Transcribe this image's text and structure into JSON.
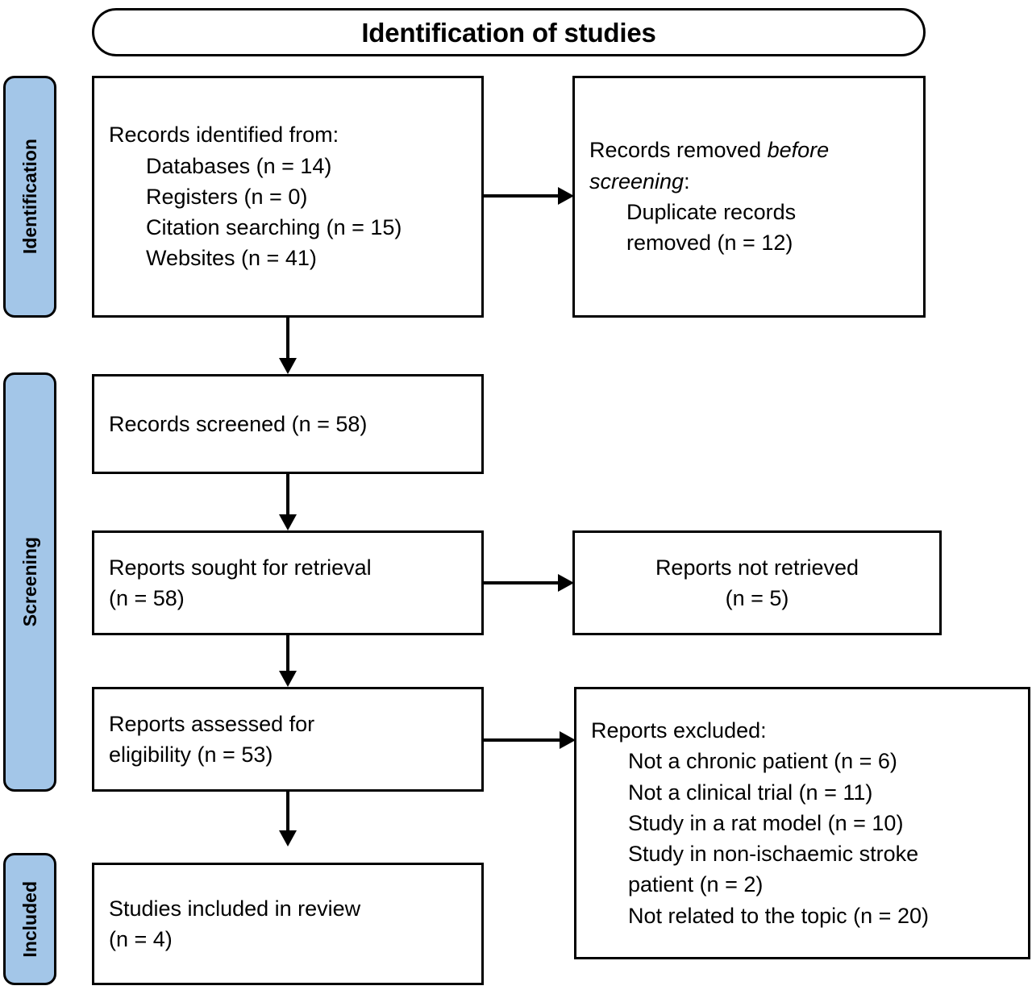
{
  "title": "Identification of studies",
  "stages": [
    {
      "id": "identification",
      "label": "Identification"
    },
    {
      "id": "screening",
      "label": "Screening"
    },
    {
      "id": "included",
      "label": "Included"
    }
  ],
  "boxes": {
    "identified": {
      "lines": [
        "Records identified from:",
        "Databases (n = 14)",
        "Registers (n = 0)",
        "Citation searching (n = 15)",
        "Websites (n = 41)"
      ]
    },
    "removed": {
      "heading_plain": "Records removed ",
      "heading_italic": "before screening",
      "heading_colon": ":",
      "lines": [
        "Duplicate records",
        "removed (n = 12)"
      ]
    },
    "screened": {
      "lines": [
        "Records screened (n = 58)"
      ]
    },
    "sought": {
      "lines": [
        "Reports sought for retrieval",
        "(n = 58)"
      ]
    },
    "not_retrieved": {
      "lines": [
        "Reports not retrieved",
        "(n = 5)"
      ]
    },
    "assessed": {
      "lines": [
        "Reports assessed for",
        "eligibility (n = 53)"
      ]
    },
    "excluded": {
      "heading": "Reports excluded:",
      "lines": [
        "Not a chronic patient (n = 6)",
        "Not a clinical trial (n = 11)",
        "Study in a rat model (n = 10)",
        "Study in non-ischaemic stroke",
        "patient (n = 2)",
        "Not related to the topic (n = 20)"
      ]
    },
    "included": {
      "lines": [
        "Studies included in review",
        "(n = 4)"
      ]
    }
  },
  "colors": {
    "stage_fill": "#a3c6e8",
    "line": "#000000",
    "box_fill": "#ffffff"
  },
  "chart_data": {
    "type": "diagram",
    "title": "Identification of studies",
    "nodes": [
      {
        "id": "identified",
        "stage": "Identification",
        "label": "Records identified from",
        "counts": {
          "Databases": 14,
          "Registers": 0,
          "Citation searching": 15,
          "Websites": 41
        }
      },
      {
        "id": "removed",
        "stage": "Identification",
        "label": "Records removed before screening",
        "counts": {
          "Duplicate records removed": 12
        }
      },
      {
        "id": "screened",
        "stage": "Screening",
        "label": "Records screened",
        "n": 58
      },
      {
        "id": "sought",
        "stage": "Screening",
        "label": "Reports sought for retrieval",
        "n": 58
      },
      {
        "id": "not_retrieved",
        "stage": "Screening",
        "label": "Reports not retrieved",
        "n": 5
      },
      {
        "id": "assessed",
        "stage": "Screening",
        "label": "Reports assessed for eligibility",
        "n": 53
      },
      {
        "id": "excluded",
        "stage": "Screening",
        "label": "Reports excluded",
        "counts": {
          "Not a chronic patient": 6,
          "Not a clinical trial": 11,
          "Study in a rat model": 10,
          "Study in non-ischaemic stroke patient": 2,
          "Not related to the topic": 20
        }
      },
      {
        "id": "included",
        "stage": "Included",
        "label": "Studies included in review",
        "n": 4
      }
    ],
    "edges": [
      {
        "from": "identified",
        "to": "removed"
      },
      {
        "from": "identified",
        "to": "screened"
      },
      {
        "from": "screened",
        "to": "sought"
      },
      {
        "from": "sought",
        "to": "not_retrieved"
      },
      {
        "from": "sought",
        "to": "assessed"
      },
      {
        "from": "assessed",
        "to": "excluded"
      },
      {
        "from": "assessed",
        "to": "included"
      }
    ]
  }
}
